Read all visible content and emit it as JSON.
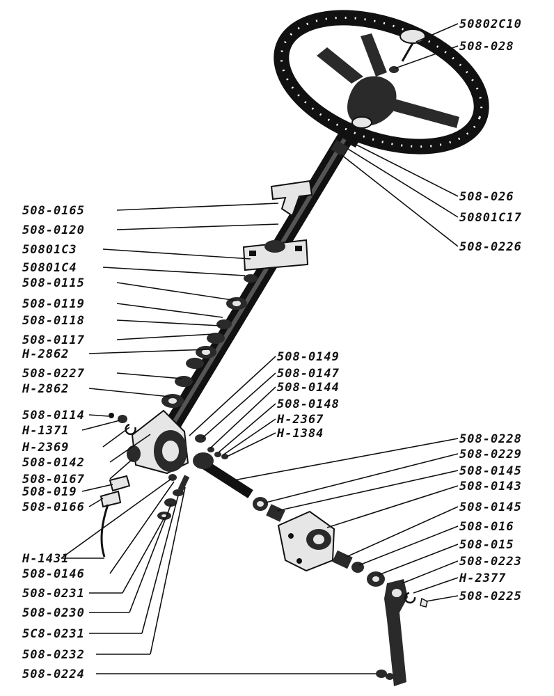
{
  "diagram": {
    "colors": {
      "ink": "#111111",
      "paper": "#ffffff",
      "metal": "#2a2a2a",
      "light": "#e6e6e6"
    },
    "labels": [
      "50802C10",
      "508-028",
      "508-026",
      "50801C17",
      "508-0226",
      "508-0165",
      "508-0120",
      "50801C3",
      "50801C4",
      "508-0115",
      "508-0119",
      "508-0118",
      "508-0117",
      "H-2862",
      "508-0227",
      "H-2862",
      "508-0114",
      "H-1371",
      "H-2369",
      "508-0142",
      "508-0167",
      "508-019",
      "508-0166",
      "508-0149",
      "508-0147",
      "508-0144",
      "508-0148",
      "H-2367",
      "H-1384",
      "508-0228",
      "508-0229",
      "508-0145",
      "508-0143",
      "508-0145",
      "508-016",
      "508-015",
      "508-0223",
      "H-2377",
      "508-0225",
      "H-1431",
      "508-0146",
      "508-0231",
      "508-0230",
      "5C8-0231",
      "508-0232",
      "508-0224"
    ]
  }
}
